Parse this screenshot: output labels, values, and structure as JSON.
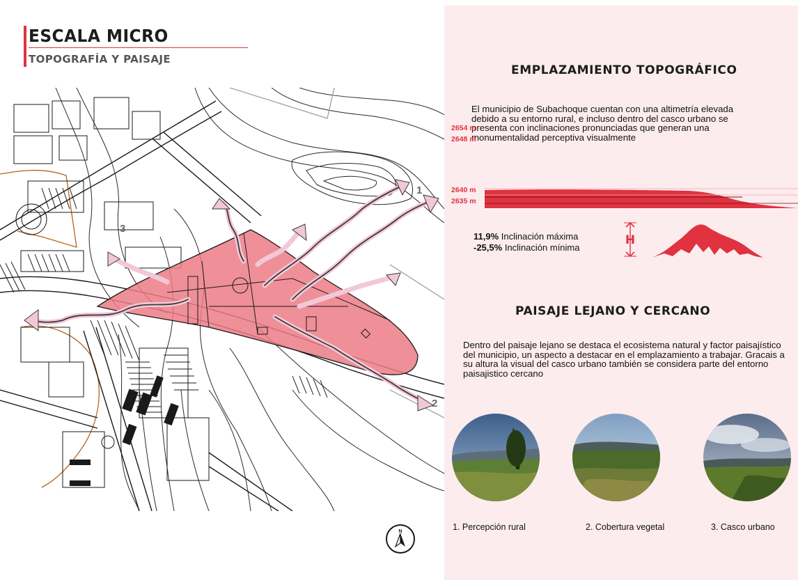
{
  "header": {
    "title": "ESCALA MICRO",
    "subtitle": "TOPOGRAFÍA Y PAISAJE"
  },
  "map": {
    "view_labels": [
      "1",
      "2",
      "3"
    ],
    "highlight_color": "#ec7b86",
    "arrow_color": "#f3c8d6"
  },
  "compass": {
    "label": "N"
  },
  "topographic": {
    "title": "EMPLAZAMIENTO TOPOGRÁFICO",
    "text": "El municipio de Subachoque cuentan con una altimetría elevada debido a su entorno rural, e incluso dentro del casco urbano se presenta con inclinaciones pronunciadas que generan una monumentalidad perceptiva visualmente",
    "altitudes": [
      "2654 m",
      "2648 m",
      "2640 m",
      "2635 m"
    ],
    "profile_color": "#e0323f",
    "max_value": "11,9%",
    "max_label": "Inclinación máxima",
    "min_value": "-25,5%",
    "min_label": "Inclinación mínima",
    "height_letter": "H"
  },
  "landscape": {
    "title": "PAISAJE LEJANO Y CERCANO",
    "text": "Dentro del paisaje lejano se destaca el ecosistema natural y factor paisajístico del municipio, un aspecto a destacar en el emplazamiento a trabajar. Gracais a su altura la visual del casco urbano también se considera parte del entorno paisajistico cercano",
    "photos": [
      {
        "caption": "1. Percepción rural"
      },
      {
        "caption": "2. Cobertura vegetal"
      },
      {
        "caption": "3. Casco urbano"
      }
    ]
  },
  "colors": {
    "accent": "#e0323f",
    "panel_bg": "#fcecee"
  }
}
